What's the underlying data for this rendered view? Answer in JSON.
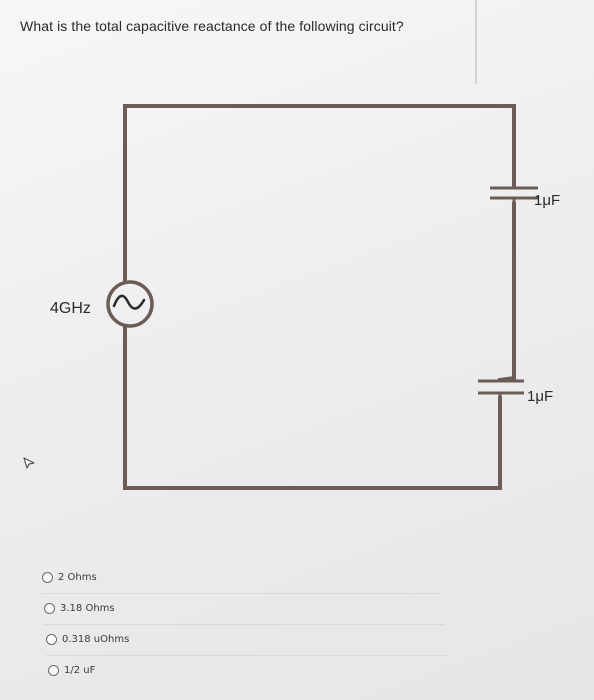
{
  "question": {
    "text": "What is the total capacitive reactance of the following circuit?"
  },
  "circuit": {
    "source_label": "4GHz",
    "capacitor1_label": "1μF",
    "capacitor2_label": "1μF"
  },
  "answers": [
    {
      "label": "2 Ohms"
    },
    {
      "label": "3.18 Ohms"
    },
    {
      "label": "0.318 uOhms"
    },
    {
      "label": "1/2 uF"
    }
  ],
  "colors": {
    "wire": "#6b5d55",
    "text": "#2a2a2a"
  },
  "icons": {
    "source": "ac-source-icon",
    "cursor": "mouse-cursor-icon"
  }
}
